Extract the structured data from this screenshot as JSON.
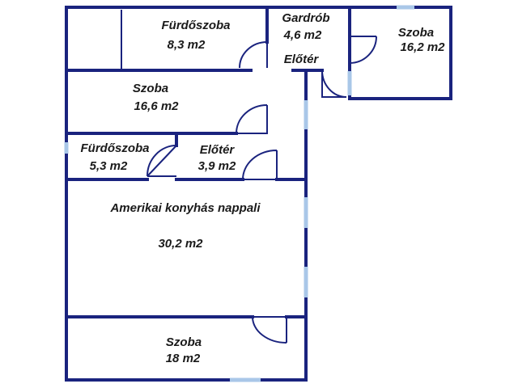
{
  "colors": {
    "wall": "#1a237e",
    "window": "#a9c7e8",
    "door": "#1a237e",
    "background": "#ffffff",
    "text": "#1a1a1a"
  },
  "rooms": {
    "bathroom_top": {
      "name": "Fürdőszoba",
      "area": "8,3 m2"
    },
    "wardrobe": {
      "name": "Gardrób",
      "area": "4,6 m2"
    },
    "hall_top": {
      "name": "Előtér"
    },
    "room_right": {
      "name": "Szoba",
      "area": "16,2 m2"
    },
    "room_middle": {
      "name": "Szoba",
      "area": "16,6 m2"
    },
    "bathroom_small": {
      "name": "Fürdőszoba",
      "area": "5,3 m2"
    },
    "hall_middle": {
      "name": "Előtér",
      "area": "3,9 m2"
    },
    "living": {
      "name": "Amerikai konyhás nappali",
      "area": "30,2 m2"
    },
    "room_bottom": {
      "name": "Szoba",
      "area": "18 m2"
    }
  }
}
